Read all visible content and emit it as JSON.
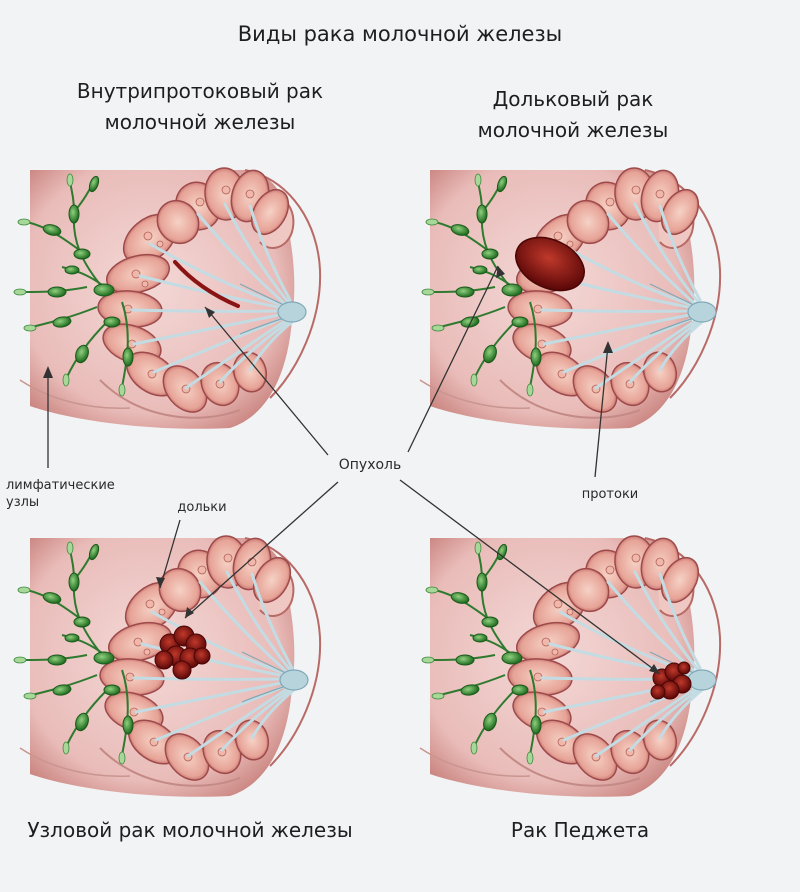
{
  "title": "Виды рака молочной железы",
  "panels": {
    "top_left": "Внутрипротоковый рак молочной железы",
    "top_right": "Дольковый рак молочной железы",
    "bottom_left": "Узловой рак молочной железы",
    "bottom_right": "Рак Педжета"
  },
  "labels": {
    "tumor": "Опухоль",
    "lymph_nodes": "лимфатические узлы",
    "lobules": "дольки",
    "ducts": "протоки"
  },
  "colors": {
    "background": "#f2f3f5",
    "skin": "#edc9c6",
    "lobule": "#e8a89c",
    "lobule_dark": "#9e4a4a",
    "duct": "#c8dde4",
    "lymph_node": "#3a8a3a",
    "tumor": "#7a1010"
  }
}
